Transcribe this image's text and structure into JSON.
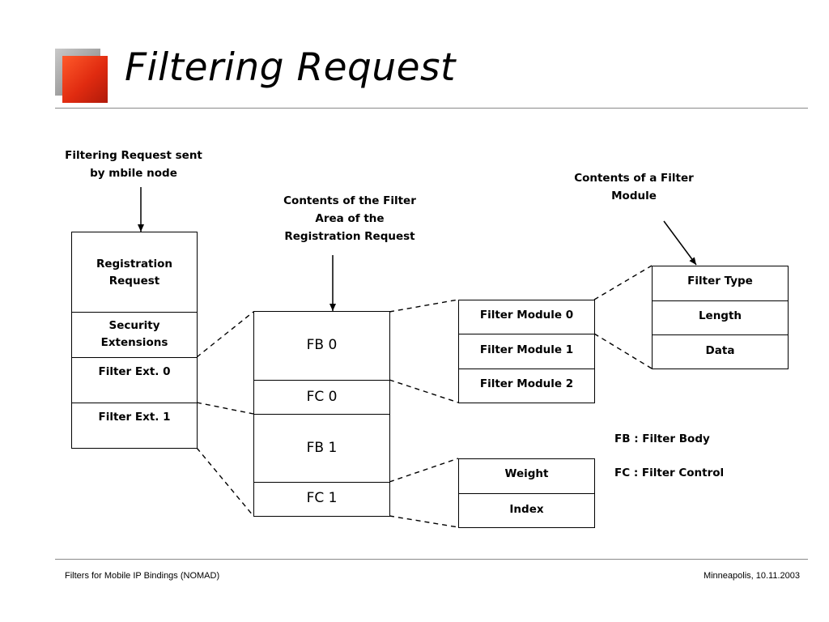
{
  "title": "Filtering Request",
  "labels": {
    "mobile_node": "Filtering Request sent\nby mbile node",
    "filter_area": "Contents of the Filter\nArea of the\nRegistration Request",
    "filter_module": "Contents of a Filter\nModule"
  },
  "registration_box": [
    "Registration\nRequest",
    "Security\nExtensions",
    "Filter Ext. 0",
    "Filter Ext. 1"
  ],
  "filter_area_box": [
    "FB 0",
    "FC 0",
    "FB 1",
    "FC 1"
  ],
  "filter_body_box": [
    "Filter Module 0",
    "Filter Module 1",
    "Filter Module 2"
  ],
  "filter_control_box": [
    "Weight",
    "Index"
  ],
  "filter_module_box": [
    "Filter Type",
    "Length",
    "Data"
  ],
  "legend": {
    "fb": "FB : Filter Body",
    "fc": "FC : Filter Control"
  },
  "footer": {
    "left": "Filters for Mobile IP Bindings (NOMAD)",
    "right": "Minneapolis, 10.11.2003"
  }
}
